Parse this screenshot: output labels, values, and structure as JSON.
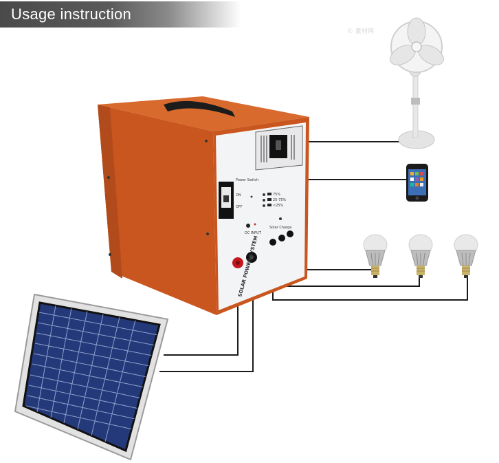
{
  "header": {
    "title": "Usage instruction"
  },
  "watermark": "© 素材网",
  "panel": {
    "power_switch": "Power Switch",
    "on": "ON",
    "off": "OFF",
    "battery_75": "75%",
    "battery_25_75": "25-75%",
    "battery_25": "<25%",
    "dc_input": "DC INPUT",
    "solar_charge": "Solar Charge",
    "vertical_label": "SOLAR POWER SYSTEM"
  },
  "colors": {
    "case": "#c9561f",
    "case_dark": "#a4421a",
    "front_panel": "#f3f4f6",
    "wire": "#1a1a1a",
    "solar_cell": "#24397a",
    "bulb_body": "#d6d6d6"
  },
  "icons": [
    "fan-icon",
    "smartphone-icon",
    "led-bulb-icon",
    "solar-panel-icon",
    "power-box-icon"
  ]
}
